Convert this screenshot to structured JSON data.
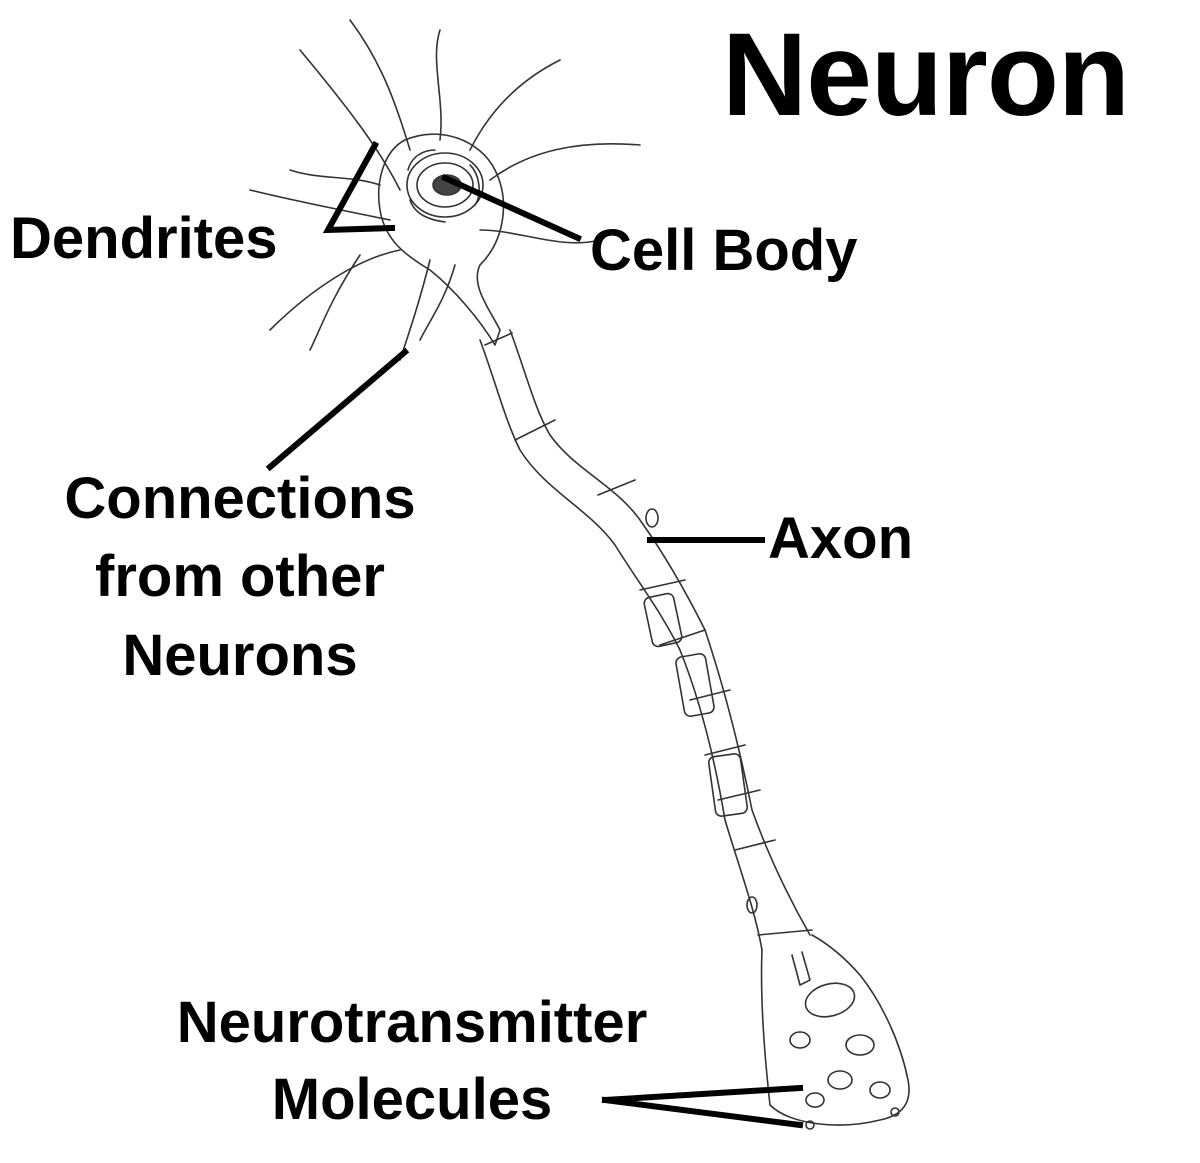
{
  "title": "Neuron",
  "labels": {
    "dendrites": "Dendrites",
    "cell_body": "Cell Body",
    "connections": [
      "Connections",
      "from other",
      "Neurons"
    ],
    "axon": "Axon",
    "neurotransmitter": [
      "Neurotransmitter",
      "Molecules"
    ]
  },
  "colors": {
    "ink": "#000000",
    "sketch": "#333333",
    "background": "#ffffff"
  }
}
